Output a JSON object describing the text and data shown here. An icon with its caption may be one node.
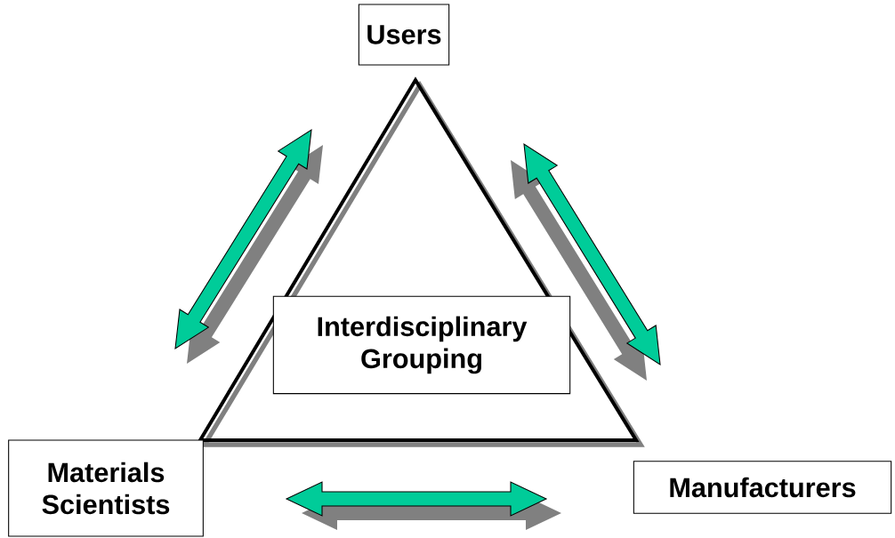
{
  "diagram": {
    "nodes": [
      {
        "text": [
          "Users"
        ]
      },
      {
        "text": [
          "Interdisciplinary Grouping"
        ]
      },
      {
        "text": [
          "Materials Scientists"
        ]
      },
      {
        "text": [
          "Manufacturers"
        ]
      }
    ],
    "edges": [
      {
        "from": 0,
        "to": 2,
        "arrow": "both"
      },
      {
        "from": 0,
        "to": 3,
        "arrow": "both"
      },
      {
        "from": 2,
        "to": 3,
        "arrow": "both"
      }
    ]
  }
}
